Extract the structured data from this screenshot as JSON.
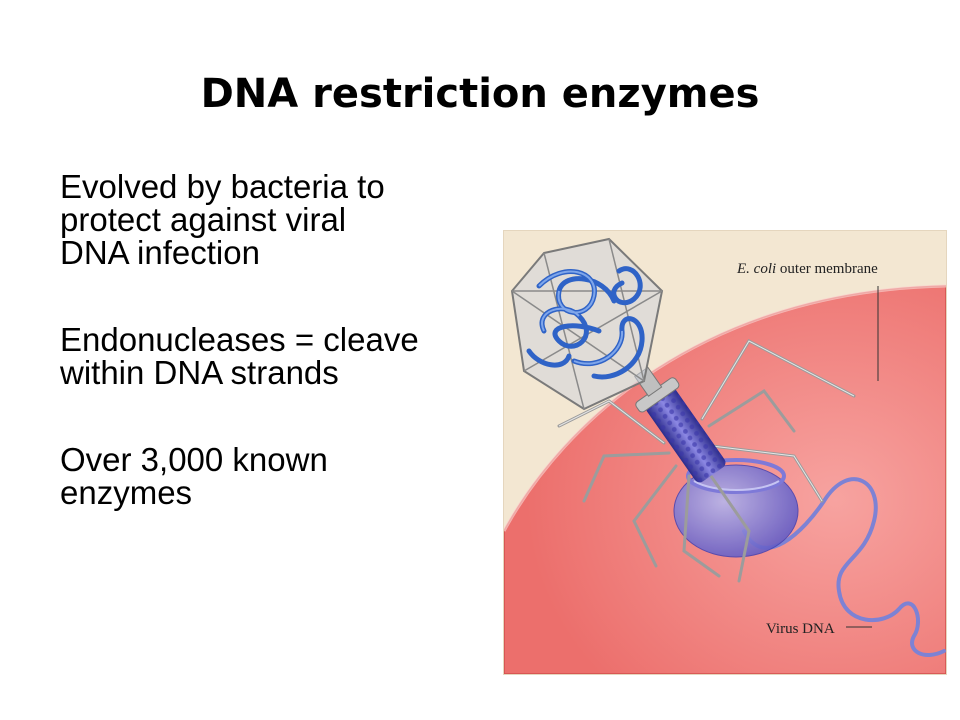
{
  "slide": {
    "title": "DNA restriction enzymes",
    "bullets": [
      {
        "lines": [
          "Evolved by bacteria to",
          "protect against viral",
          "DNA infection"
        ]
      },
      {
        "lines": [
          "Endonucleases = cleave",
          "within DNA strands"
        ]
      },
      {
        "lines": [
          "Over 3,000 known",
          "enzymes"
        ]
      }
    ]
  },
  "figure": {
    "label_membrane_italic": "E. coli",
    "label_membrane_rest": " outer membrane",
    "label_virus_dna": "Virus DNA"
  }
}
